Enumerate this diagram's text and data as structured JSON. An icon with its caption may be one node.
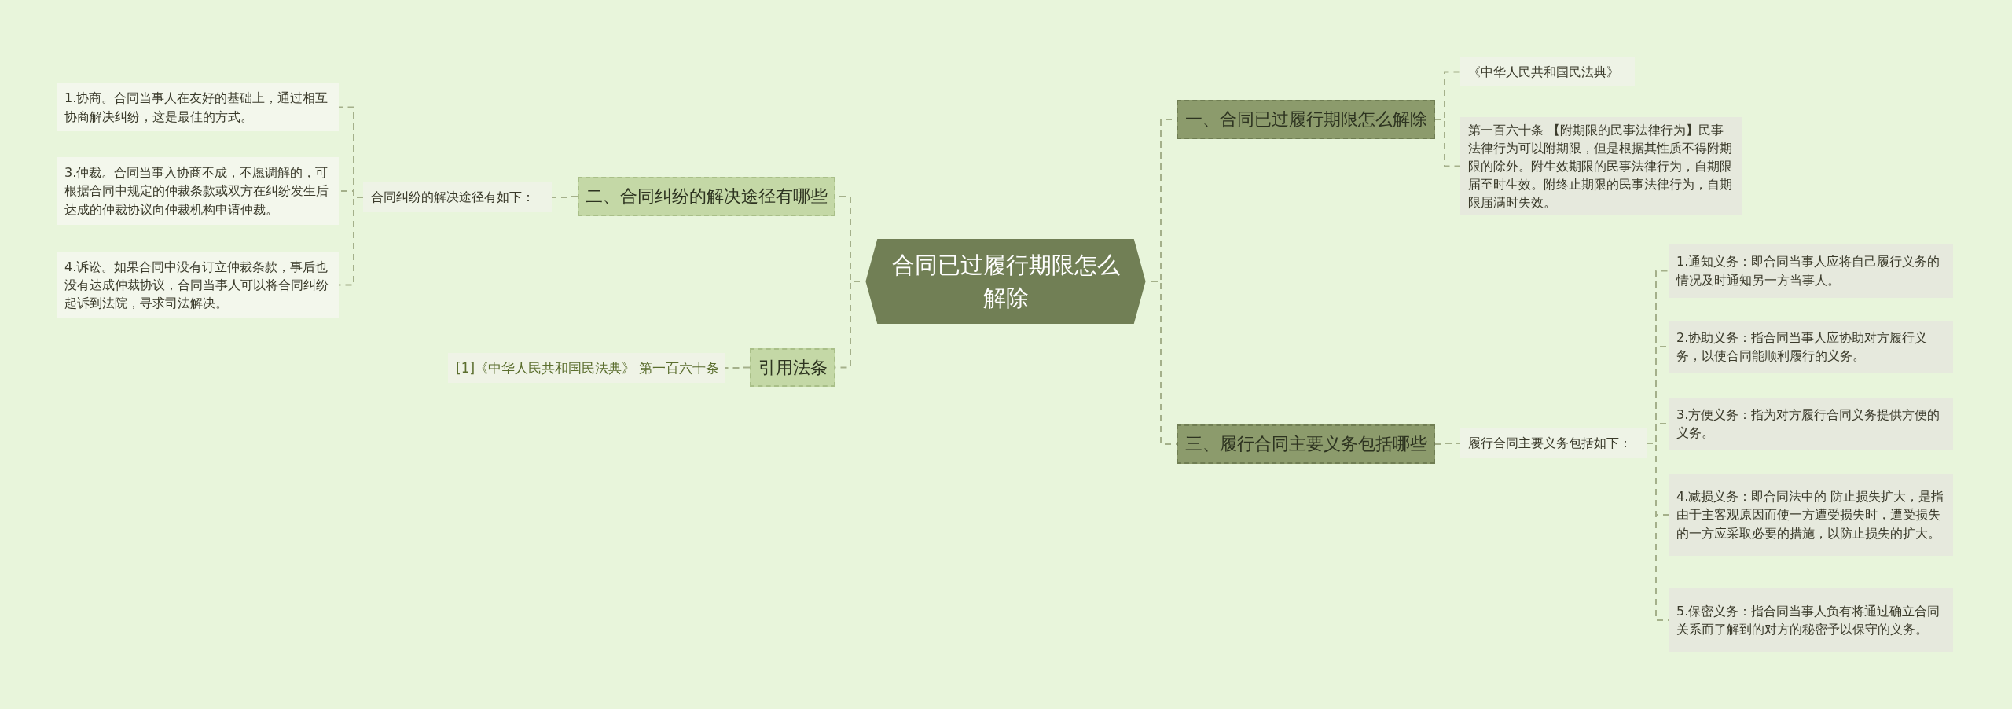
{
  "diagram": {
    "nodes": [
      {
        "text": [
          "合同已过履行期限怎么解除"
        ]
      },
      {
        "text": [
          "一、合同已过履行期限怎么解除"
        ]
      },
      {
        "text": [
          "《中华人民共和国民法典》"
        ]
      },
      {
        "text": [
          "第一百六十条 【附期限的民事法律行为】民事法律行为可以附期限，但是根据其性质不得附期限的除外。附生效期限的民事法律行为，自期限届至时生效。附终止期限的民事法律行为，自期限届满时失效。"
        ]
      },
      {
        "text": [
          "二、合同纠纷的解决途径有哪些"
        ]
      },
      {
        "text": [
          "合同纠纷的解决途径有如下："
        ]
      },
      {
        "text": [
          "1.协商。合同当事人在友好的基础上，通过相互协商解决纠纷，这是最佳的方式。"
        ]
      },
      {
        "text": [
          "3.仲裁。合同当事入协商不成，不愿调解的，可根据合同中规定的仲裁条款或双方在纠纷发生后达成的仲裁协议向仲裁机构申请仲裁。"
        ]
      },
      {
        "text": [
          "4.诉讼。如果合同中没有订立仲裁条款，事后也没有达成仲裁协议，合同当事人可以将合同纠纷起诉到法院，寻求司法解决。"
        ]
      },
      {
        "text": [
          "三、履行合同主要义务包括哪些"
        ]
      },
      {
        "text": [
          "履行合同主要义务包括如下："
        ]
      },
      {
        "text": [
          "1.通知义务：即合同当事人应将自己履行义务的情况及时通知另一方当事人。"
        ]
      },
      {
        "text": [
          "2.协助义务：指合同当事人应协助对方履行义务，以使合同能顺利履行的义务。"
        ]
      },
      {
        "text": [
          "3.方便义务：指为对方履行合同义务提供方便的义务。"
        ]
      },
      {
        "text": [
          "4.减损义务：即合同法中的 防止损失扩大，是指由于主客观原因而使一方遭受损失时，遭受损失的一方应采取必要的措施，以防止损失的扩大。"
        ]
      },
      {
        "text": [
          "5.保密义务：指合同当事人负有将通过确立合同关系而了解到的对方的秘密予以保守的义务。"
        ]
      },
      {
        "text": [
          "引用法条"
        ]
      },
      {
        "text": [
          "[1]《中华人民共和国民法典》 第一百六十条"
        ]
      }
    ],
    "edges": [
      {
        "from": 0,
        "to": 1,
        "arrow": "none"
      },
      {
        "from": 1,
        "to": 2,
        "arrow": "none"
      },
      {
        "from": 1,
        "to": 3,
        "arrow": "none"
      },
      {
        "from": 0,
        "to": 4,
        "arrow": "none"
      },
      {
        "from": 4,
        "to": 5,
        "arrow": "none"
      },
      {
        "from": 5,
        "to": 6,
        "arrow": "none"
      },
      {
        "from": 5,
        "to": 7,
        "arrow": "none"
      },
      {
        "from": 5,
        "to": 8,
        "arrow": "none"
      },
      {
        "from": 0,
        "to": 9,
        "arrow": "none"
      },
      {
        "from": 9,
        "to": 10,
        "arrow": "none"
      },
      {
        "from": 10,
        "to": 11,
        "arrow": "none"
      },
      {
        "from": 10,
        "to": 12,
        "arrow": "none"
      },
      {
        "from": 10,
        "to": 13,
        "arrow": "none"
      },
      {
        "from": 10,
        "to": 14,
        "arrow": "none"
      },
      {
        "from": 10,
        "to": 15,
        "arrow": "none"
      },
      {
        "from": 0,
        "to": 16,
        "arrow": "none"
      },
      {
        "from": 16,
        "to": 17,
        "arrow": "none"
      }
    ]
  }
}
